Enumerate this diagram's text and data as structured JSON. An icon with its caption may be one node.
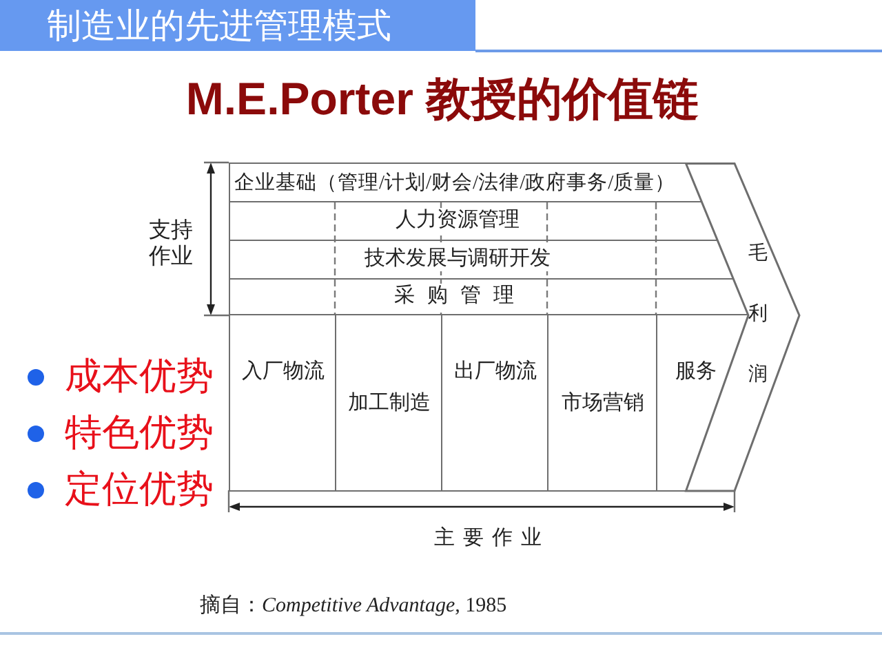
{
  "diagram": {
    "title": "M.E.Porter 教授的价值链",
    "caption": "摘自：*Competitive Advantage,* 1985",
    "nodes": [
      {
        "text": [
          "企业基础（管理/计划/财会/法律/政府事务/质量）"
        ]
      },
      {
        "text": [
          "人力资源管理"
        ]
      },
      {
        "text": [
          "技术发展与调研开发"
        ]
      },
      {
        "text": [
          "采购管理"
        ]
      },
      {
        "text": [
          "入厂物流"
        ]
      },
      {
        "text": [
          "加工制造"
        ]
      },
      {
        "text": [
          "出厂物流"
        ]
      },
      {
        "text": [
          "市场营销"
        ]
      },
      {
        "text": [
          "服务"
        ]
      },
      {
        "text": [
          "毛利润"
        ]
      }
    ],
    "labels": [
      "制造业的先进管理模式",
      "支持作业",
      "成本优势",
      "特色优势",
      "定位优势",
      "主要作业"
    ]
  }
}
